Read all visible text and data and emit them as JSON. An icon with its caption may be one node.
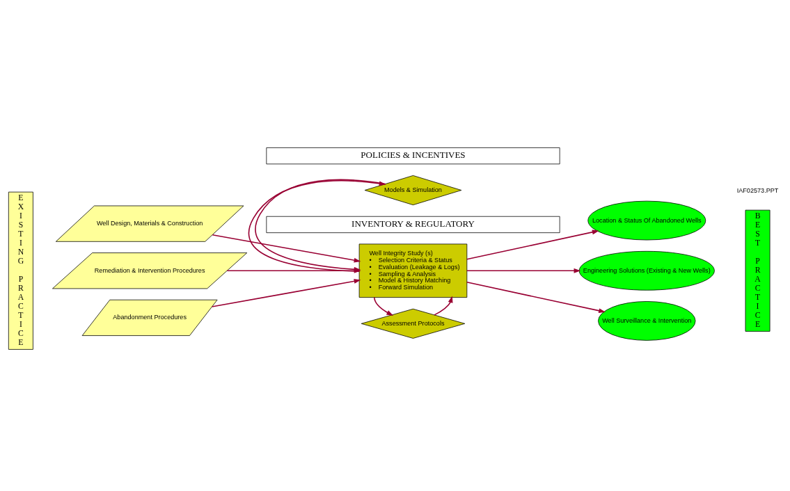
{
  "diagram": {
    "nodes": [
      {
        "text": [
          "POLICIES & INCENTIVES"
        ]
      },
      {
        "text": [
          "EXISTING PRACTICE"
        ]
      },
      {
        "text": [
          "Well Design, Materials & Construction"
        ]
      },
      {
        "text": [
          "Remediation & Intervention Procedures"
        ]
      },
      {
        "text": [
          "Abandonment Procedures"
        ]
      },
      {
        "text": [
          "Assessment Protocols"
        ]
      },
      {
        "text": [
          "Well Integrity Study (s)",
          "•    Selection Criteria & Status",
          "•    Evaluation (Leakage & Logs)",
          "•    Sampling & Analysis",
          "•    Model & History Matching",
          "•    Forward Simulation"
        ]
      },
      {
        "text": [
          "Models & Simulation"
        ]
      },
      {
        "text": [
          "Location & Status Of Abandoned Wells"
        ]
      },
      {
        "text": [
          "Engineering Solutions (Existing & New Wells)"
        ]
      },
      {
        "text": [
          "Well Surveillance & Intervention"
        ]
      },
      {
        "text": [
          "BEST PRACTICE"
        ]
      },
      {
        "text": [
          "INVENTORY & REGULATORY"
        ]
      }
    ],
    "edges": [
      {
        "from": 2,
        "to": 6,
        "arrow": "to"
      },
      {
        "from": 3,
        "to": 6,
        "arrow": "to"
      },
      {
        "from": 4,
        "to": 6,
        "arrow": "to"
      },
      {
        "from": 5,
        "to": 6,
        "arrow": "to"
      },
      {
        "from": 6,
        "to": 5,
        "arrow": "to"
      },
      {
        "from": 7,
        "to": 6,
        "arrow": "to"
      },
      {
        "from": 6,
        "to": 7,
        "arrow": "to"
      },
      {
        "from": 6,
        "to": 8,
        "arrow": "to"
      },
      {
        "from": 6,
        "to": 9,
        "arrow": "to"
      },
      {
        "from": 6,
        "to": 10,
        "arrow": "to"
      }
    ],
    "labels": [
      "IAF02573.PPT"
    ]
  }
}
